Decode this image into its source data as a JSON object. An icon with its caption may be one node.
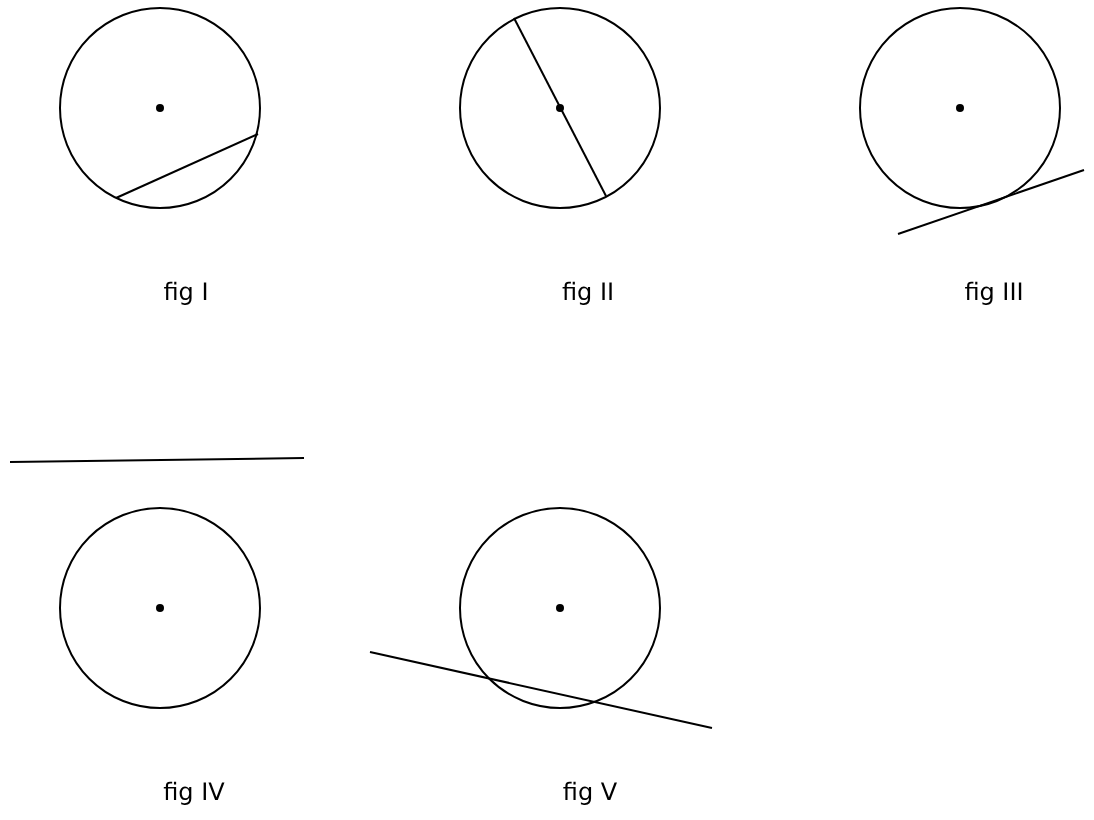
{
  "diagram": {
    "labels": [
      "fig I",
      "fig II",
      "fig III",
      "fig IV",
      "fig V"
    ]
  }
}
